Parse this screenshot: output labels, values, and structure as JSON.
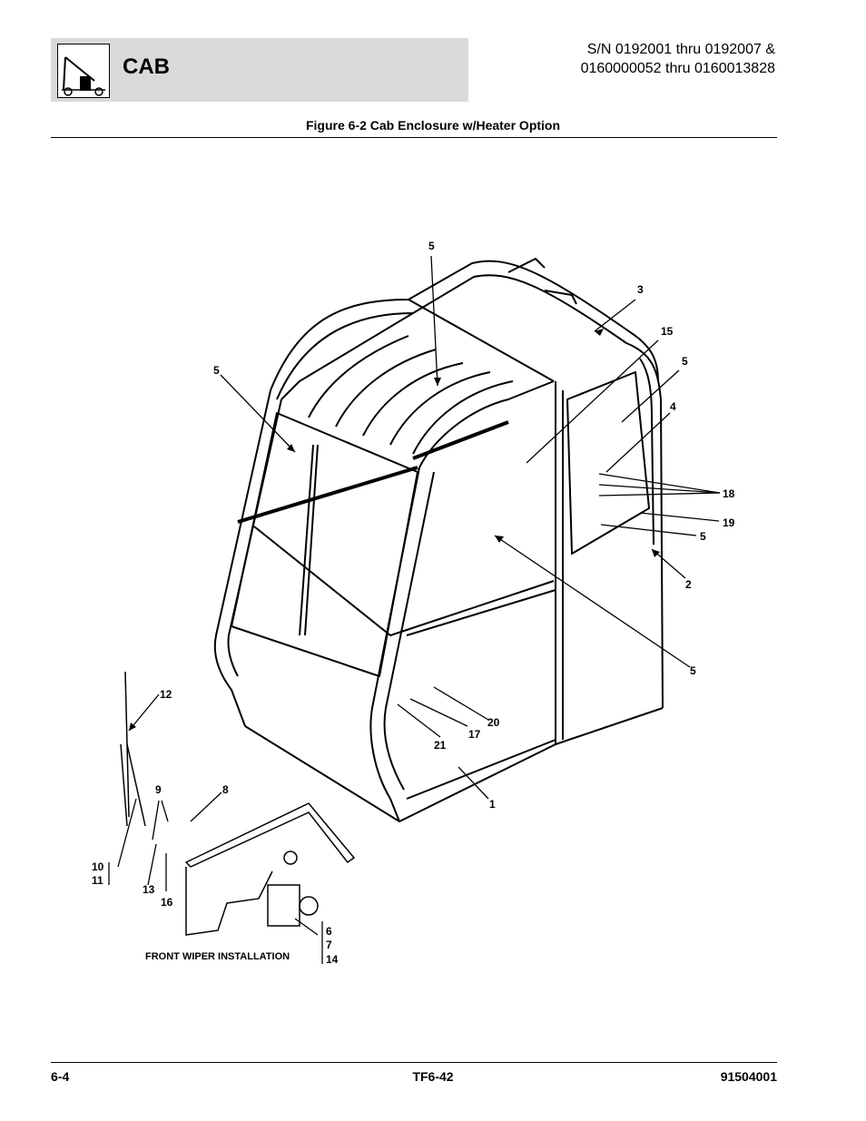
{
  "header": {
    "section": "CAB",
    "serial_line1": "S/N 0192001 thru 0192007 &",
    "serial_line2": "0160000052 thru 0160013828"
  },
  "figure": {
    "title": "Figure 6-2 Cab Enclosure w/Heater Option",
    "inset_caption": "FRONT WIPER INSTALLATION",
    "callouts": [
      "5",
      "3",
      "15",
      "5",
      "5",
      "4",
      "18",
      "19",
      "5",
      "2",
      "5",
      "20",
      "17",
      "21",
      "1",
      "12",
      "9",
      "8",
      "10",
      "11",
      "13",
      "16",
      "6",
      "7",
      "14"
    ]
  },
  "footer": {
    "page": "6-4",
    "code": "TF6-42",
    "doc_number": "91504001"
  }
}
